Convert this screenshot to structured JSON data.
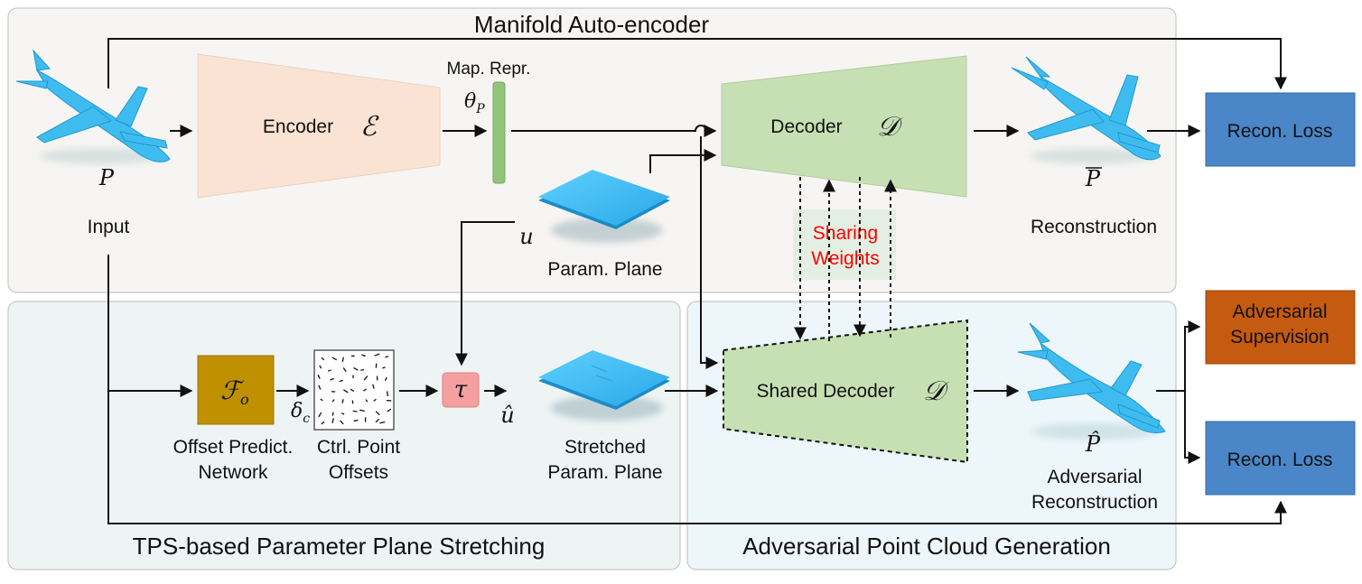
{
  "sections": {
    "autoencoder_title": "Manifold Auto-encoder",
    "tps_title": "TPS-based Parameter Plane Stretching",
    "adversarial_title": "Adversarial Point Cloud Generation"
  },
  "input": {
    "symbol": "P",
    "label": "Input"
  },
  "encoder": {
    "label": "Encoder",
    "symbol": "ℰ"
  },
  "map_repr": {
    "label": "Map. Repr.",
    "symbol": "θ",
    "subscript": "P"
  },
  "decoder": {
    "label": "Decoder",
    "symbol": "𝒟"
  },
  "reconstruction": {
    "symbol": "P",
    "label": "Reconstruction"
  },
  "recon_loss_top": {
    "label": "Recon. Loss"
  },
  "param_plane": {
    "symbol": "u",
    "label": "Param. Plane"
  },
  "sharing_weights": {
    "line1": "Sharing",
    "line2": "Weights"
  },
  "offset_net": {
    "symbol": "ℱ",
    "subscript": "o",
    "line1": "Offset Predict.",
    "line2": "Network"
  },
  "ctrl_offsets": {
    "symbol": "δ",
    "subscript": "c",
    "line1": "Ctrl. Point",
    "line2": "Offsets"
  },
  "tps": {
    "symbol": "τ"
  },
  "stretched_plane": {
    "symbol": "û",
    "line1": "Stretched",
    "line2": "Param. Plane"
  },
  "shared_decoder": {
    "label": "Shared Decoder",
    "symbol": "𝒟"
  },
  "adv_reconstruction": {
    "symbol": "P̂",
    "line1": "Adversarial",
    "line2": "Reconstruction"
  },
  "adversarial_supervision": {
    "line1": "Adversarial",
    "line2": "Supervision"
  },
  "recon_loss_bottom": {
    "label": "Recon. Loss"
  },
  "colors": {
    "encoder_fill": "#fbe3d3",
    "decoder_fill": "#c6e0b4",
    "loss_fill": "#4a86c8",
    "adv_fill": "#c55a11",
    "offset_net_fill": "#bf9000",
    "tps_fill": "#f4a0a0",
    "plane_fill": "#43b8f0",
    "airplane": "#3fbcef",
    "sharing_text": "#ff0000"
  }
}
